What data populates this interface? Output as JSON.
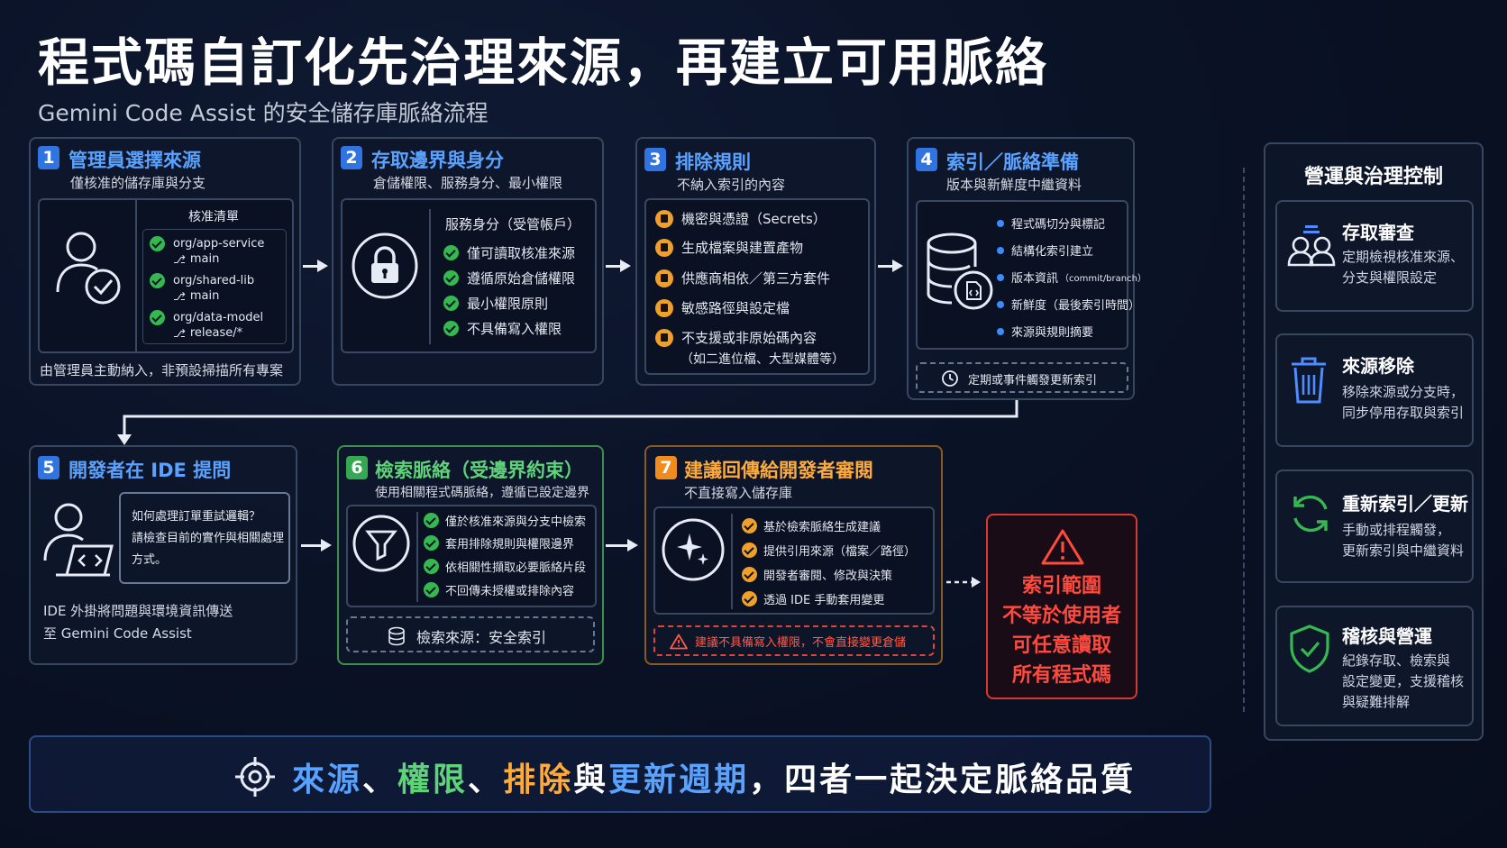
{
  "header": {
    "title": "程式碼自訂化先治理來源，再建立可用脈絡",
    "subtitle": "Gemini Code Assist 的安全儲存庫脈絡流程"
  },
  "steps": {
    "s1": {
      "num": "1",
      "title": "管理員選擇來源",
      "subtitle": "僅核准的儲存庫與分支",
      "list_title": "核准清單",
      "repos": [
        {
          "name": "org/app-service",
          "branch": "main"
        },
        {
          "name": "org/shared-lib",
          "branch": "main"
        },
        {
          "name": "org/data-model",
          "branch": "release/*"
        }
      ],
      "footer": "由管理員主動納入，非預設掃描所有專案"
    },
    "s2": {
      "num": "2",
      "title": "存取邊界與身分",
      "subtitle": "倉儲權限、服務身分、最小權限",
      "heading": "服務身分（受管帳戶）",
      "items": [
        "僅可讀取核准來源",
        "遵循原始倉儲權限",
        "最小權限原則",
        "不具備寫入權限"
      ]
    },
    "s3": {
      "num": "3",
      "title": "排除規則",
      "subtitle": "不納入索引的內容",
      "items": [
        "機密與憑證（Secrets）",
        "生成檔案與建置產物",
        "供應商相依／第三方套件",
        "敏感路徑與設定檔",
        "不支援或非原始碼內容"
      ],
      "item_note": "（如二進位檔、大型媒體等）"
    },
    "s4": {
      "num": "4",
      "title": "索引／脈絡準備",
      "subtitle": "版本與新鮮度中繼資料",
      "items": [
        "程式碼切分與標記",
        "結構化索引建立",
        "版本資訊",
        "新鮮度（最後索引時間）",
        "來源與規則摘要"
      ],
      "version_note": "（commit/branch）",
      "refresh": "定期或事件觸發更新索引"
    },
    "s5": {
      "num": "5",
      "title": "開發者在 IDE 提問",
      "question": [
        "如何處理訂單重試邏輯？",
        "請檢查目前的實作與相關處理",
        "方式。"
      ],
      "footer": [
        "IDE 外掛將問題與環境資訊傳送",
        "至 Gemini Code Assist"
      ]
    },
    "s6": {
      "num": "6",
      "title": "檢索脈絡（受邊界約束）",
      "subtitle": "使用相關程式碼脈絡，遵循已設定邊界",
      "items": [
        "僅於核准來源與分支中檢索",
        "套用排除規則與權限邊界",
        "依相關性擷取必要脈絡片段",
        "不回傳未授權或排除內容"
      ],
      "source": "檢索來源：安全索引"
    },
    "s7": {
      "num": "7",
      "title": "建議回傳給開發者審閱",
      "subtitle": "不直接寫入儲存庫",
      "items": [
        "基於檢索脈絡生成建議",
        "提供引用來源（檔案／路徑）",
        "開發者審閱、修改與決策",
        "透過 IDE 手動套用變更"
      ],
      "warning": "建議不具備寫入權限，不會直接變更倉儲"
    }
  },
  "alert": {
    "lines": [
      "索引範圍",
      "不等於使用者",
      "可任意讀取",
      "所有程式碼"
    ]
  },
  "controls": {
    "title": "營運與治理控制",
    "cards": [
      {
        "title": "存取審查",
        "desc": [
          "定期檢視核准來源、",
          "分支與權限設定"
        ],
        "icon": "users-icon"
      },
      {
        "title": "來源移除",
        "desc": [
          "移除來源或分支時，",
          "同步停用存取與索引"
        ],
        "icon": "trash-icon"
      },
      {
        "title": "重新索引／更新",
        "desc": [
          "手動或排程觸發，",
          "更新索引與中繼資料"
        ],
        "icon": "refresh-icon"
      },
      {
        "title": "稽核與營運",
        "desc": [
          "紀錄存取、檢索與",
          "設定變更，支援稽核",
          "與疑難排解"
        ],
        "icon": "shield-check-icon"
      }
    ]
  },
  "banner": {
    "w1": "來源",
    "sep1": "、",
    "w2": "權限",
    "sep2": "、",
    "w3": "排除",
    "mid": "與",
    "w4": "更新週期",
    "rest": "，四者一起決定脈絡品質"
  },
  "colors": {
    "blue": "#5aa2ff",
    "green": "#5fd37a",
    "orange": "#ffab3b",
    "red": "#ff4a3d",
    "background": "#0a1226"
  }
}
